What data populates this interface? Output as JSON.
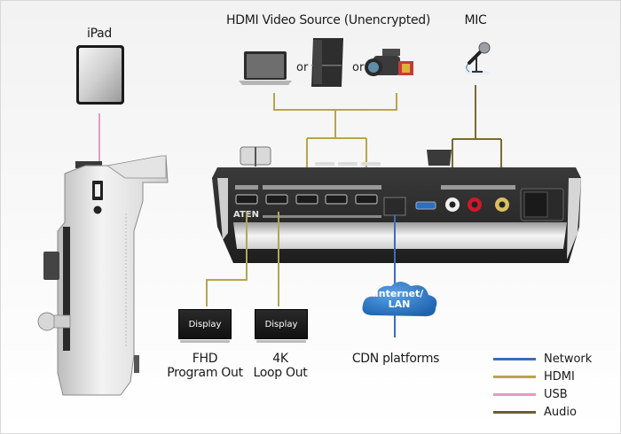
{
  "labels": {
    "ipad": "iPad",
    "hdmi_source": "HDMI Video Source (Unencrypted)",
    "mic": "MIC",
    "or_1": "or",
    "or_2": "or",
    "fhd_line1": "FHD",
    "fhd_line2": "Program Out",
    "4k_line1": "4K",
    "4k_line2": "Loop Out",
    "cdn": "CDN platforms",
    "cloud_line1": "Internet/",
    "cloud_line2": "LAN",
    "display_1": "Display",
    "display_2": "Display",
    "brand": "ATEN"
  },
  "devices": {
    "sources": [
      "laptop-icon",
      "game-console-icon",
      "camcorder-icon"
    ],
    "audio": "microphone-icon",
    "tablet": "ipad-icon",
    "switcher_side": "switcher-side-view",
    "switcher_rear": "switcher-rear-panel"
  },
  "legend": [
    {
      "label": "Network",
      "color": "#3b6fb6"
    },
    {
      "label": "HDMI",
      "color": "#b9a548"
    },
    {
      "label": "USB",
      "color": "#e79ac0"
    },
    {
      "label": "Audio",
      "color": "#6b5e2e"
    }
  ],
  "colors": {
    "network": "#3b6fb6",
    "hdmi": "#b9a548",
    "usb": "#e79ac0",
    "audio": "#7a6a32",
    "cloud": "#2f7bc8"
  }
}
